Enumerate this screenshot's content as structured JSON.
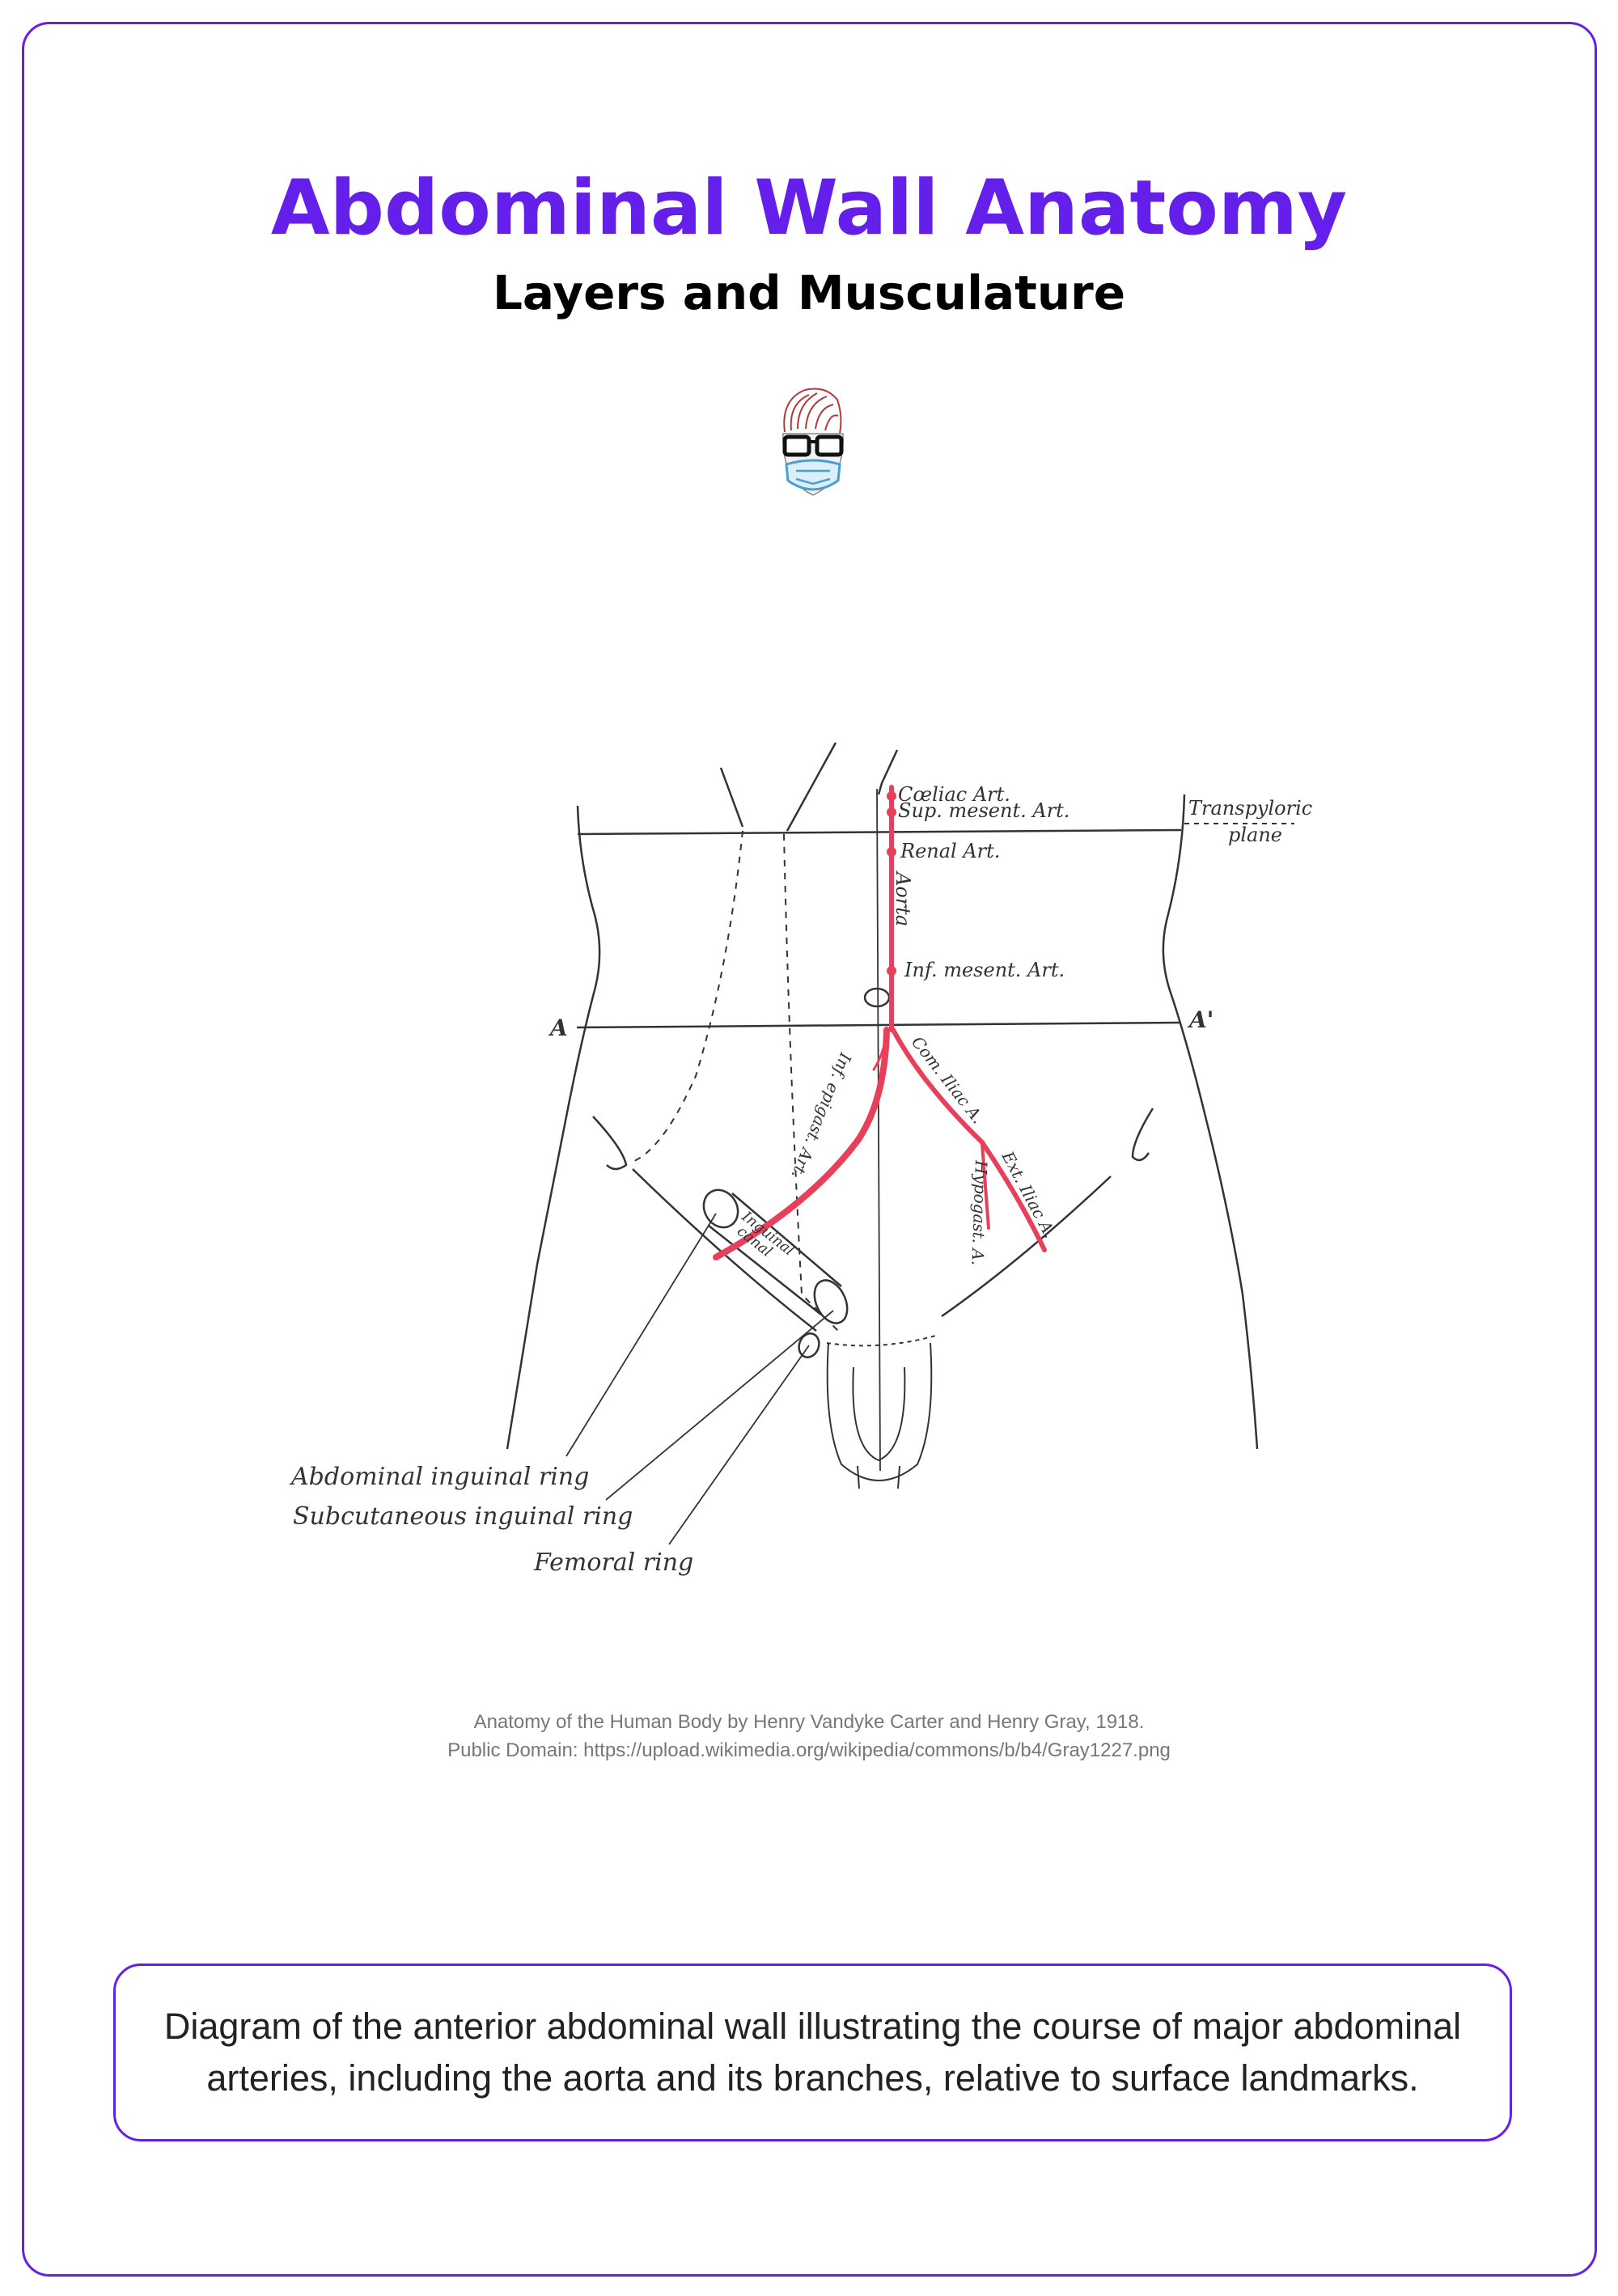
{
  "header": {
    "title": "Abdominal Wall Anatomy",
    "subtitle": "Layers and Musculature"
  },
  "logo": {
    "icon": "masked-doctor-avatar-icon"
  },
  "diagram": {
    "labels": {
      "coeliac": "Cœliac Art.",
      "sup_mesent": "Sup. mesent. Art.",
      "renal": "Renal Art.",
      "aorta": "Aorta",
      "inf_mesent": "Inf. mesent. Art.",
      "transpyloric": "Transpyloric",
      "plane": "plane",
      "a_left": "A",
      "a_right": "A'",
      "com_iliac": "Com. Iliac A.",
      "ext_iliac": "Ext. Iliac A.",
      "hypogast": "Hypogast. A.",
      "inf_epigast": "Inf. epigast. Art.",
      "inguinal": "Inguinal",
      "canal": "canal",
      "abdominal_ring": "Abdominal inguinal ring",
      "subcutaneous_ring": "Subcutaneous inguinal ring",
      "femoral_ring": "Femoral ring"
    },
    "colors": {
      "artery": "#e8405a",
      "outline": "#333333"
    }
  },
  "credits": {
    "line1": "Anatomy of the Human Body by Henry Vandyke Carter and Henry Gray, 1918.",
    "line2": "Public Domain: https://upload.wikimedia.org/wikipedia/commons/b/b4/Gray1227.png"
  },
  "description": "Diagram of the anterior abdominal wall illustrating the course of major abdominal arteries, including the aorta and its branches, relative to surface landmarks.",
  "accent_color": "#651fea"
}
